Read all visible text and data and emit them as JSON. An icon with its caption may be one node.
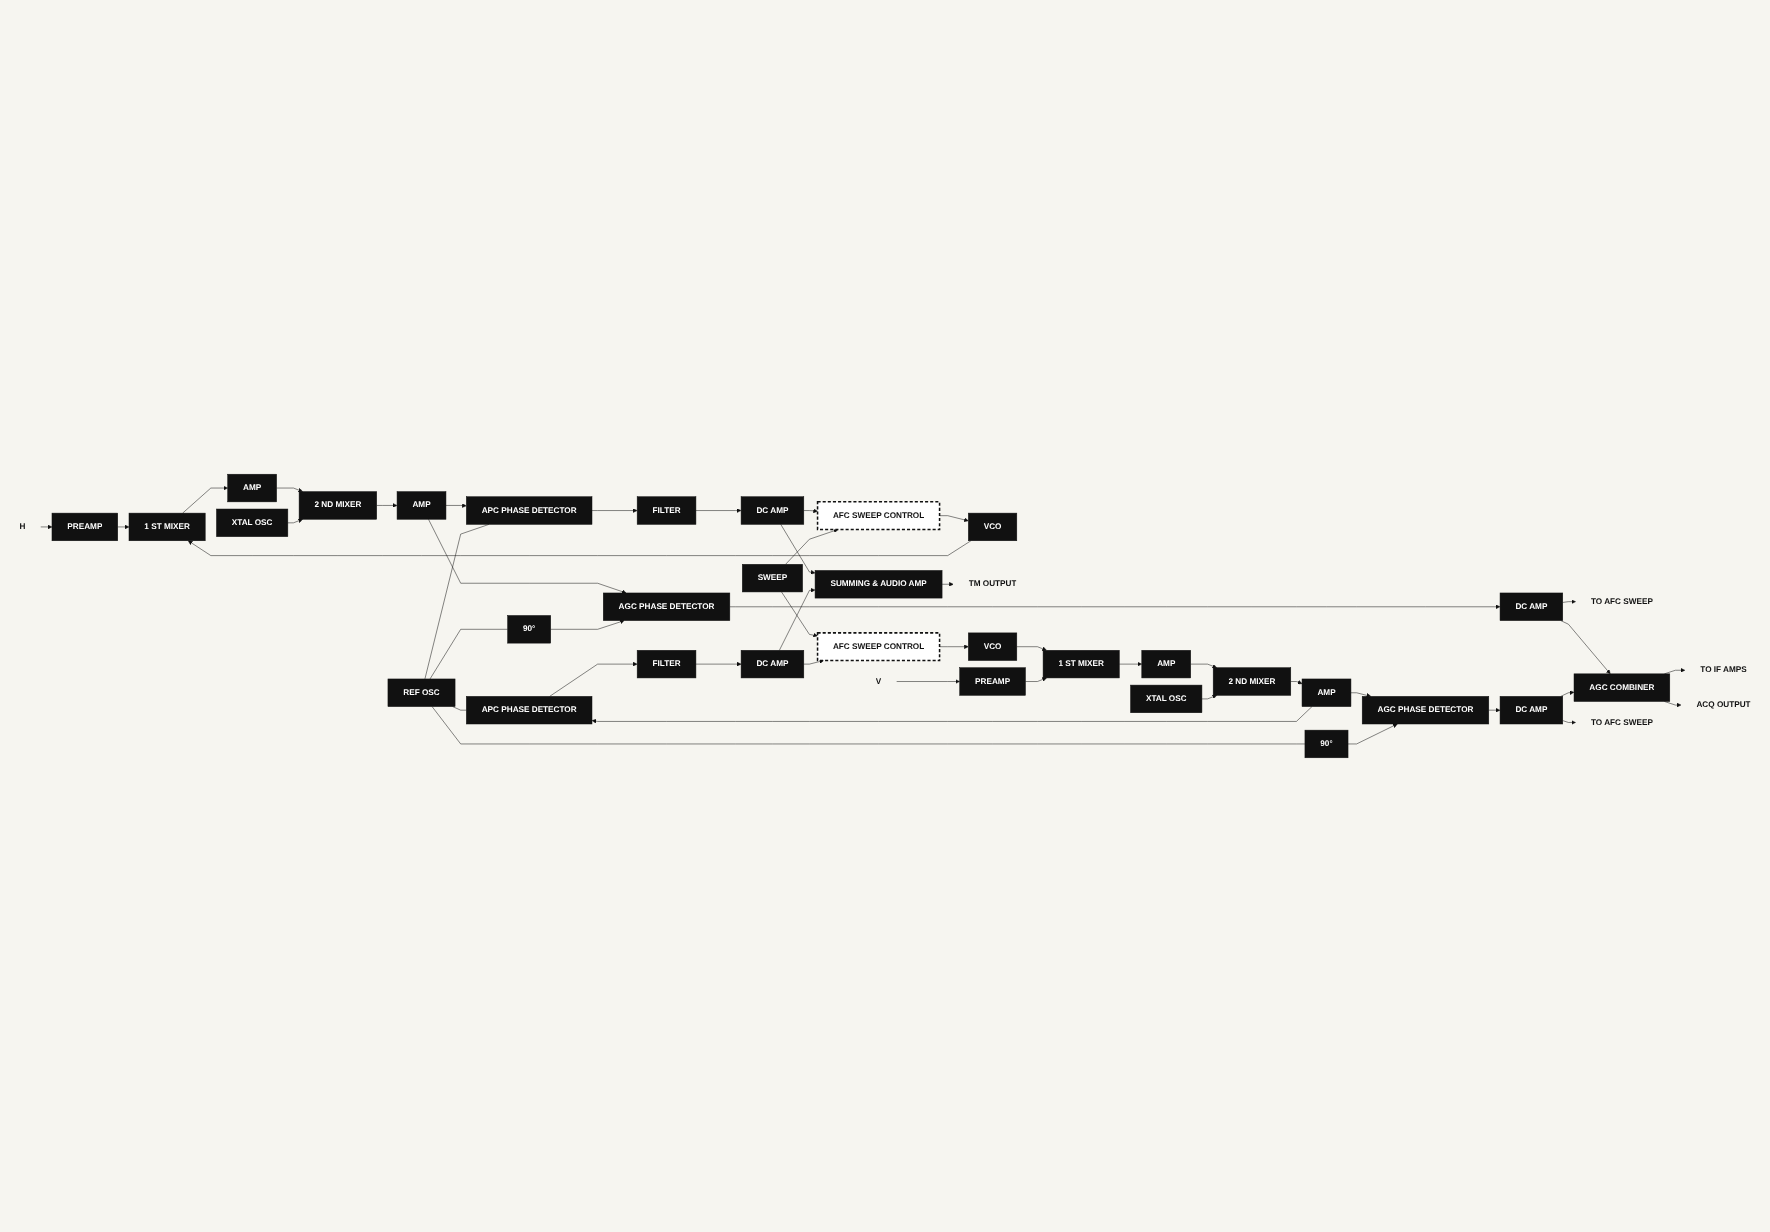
{
  "diagram": {
    "nodes": [
      {
        "text": [
          "H"
        ]
      },
      {
        "text": [
          "XTAL OSC"
        ]
      },
      {
        "text": [
          "AMP"
        ]
      },
      {
        "text": [
          "AGC PHASE DETECTOR"
        ]
      },
      {
        "text": [
          "DC AMP"
        ]
      },
      {
        "text": [
          "PREAMP"
        ]
      },
      {
        "text": [
          "1 ST MIXER"
        ]
      },
      {
        "text": [
          "AMP"
        ]
      },
      {
        "text": [
          "2 ND MIXER"
        ]
      },
      {
        "text": [
          "TO AFC SWEEP"
        ]
      },
      {
        "text": [
          "VCO"
        ]
      },
      {
        "text": [
          "SUMMING & AUDIO AMP"
        ]
      },
      {
        "text": [
          "TM OUTPUT"
        ]
      },
      {
        "text": [
          "APC PHASE DETECTOR"
        ]
      },
      {
        "text": [
          "90°"
        ]
      },
      {
        "text": [
          "AFC SWEEP CONTROL"
        ]
      },
      {
        "text": [
          "DC AMP"
        ]
      },
      {
        "text": [
          "FILTER"
        ]
      },
      {
        "text": [
          "REF OSC"
        ]
      },
      {
        "text": [
          "AGC COMBINER"
        ]
      },
      {
        "text": [
          "SWEEP"
        ]
      },
      {
        "text": [
          "TO IF AMPS"
        ]
      },
      {
        "text": [
          "ACQ OUTPUT"
        ]
      },
      {
        "text": [
          "AFC SWEEP CONTROL"
        ]
      },
      {
        "text": [
          "DC AMP"
        ]
      },
      {
        "text": [
          "FILTER"
        ]
      },
      {
        "text": [
          "APC PHASE DETECTOR"
        ]
      },
      {
        "text": [
          "VCO"
        ]
      },
      {
        "text": [
          "90°"
        ]
      },
      {
        "text": [
          "TO AFC SWEEP"
        ]
      },
      {
        "text": [
          "PREAMP"
        ]
      },
      {
        "text": [
          "1 ST MIXER"
        ]
      },
      {
        "text": [
          "AMP"
        ]
      },
      {
        "text": [
          "2 ND MIXER"
        ]
      },
      {
        "text": [
          "V"
        ]
      },
      {
        "text": [
          "AMP"
        ]
      },
      {
        "text": [
          "AGC PHASE DETECTOR"
        ]
      },
      {
        "text": [
          "DC AMP"
        ]
      },
      {
        "text": [
          "XTAL OSC"
        ]
      }
    ],
    "edges": [
      {
        "from": 0,
        "to": 5,
        "arrow": "to"
      },
      {
        "from": 5,
        "to": 6,
        "arrow": "to"
      },
      {
        "from": 6,
        "to": 7,
        "arrow": "to"
      },
      {
        "from": 7,
        "to": 8,
        "arrow": "to"
      },
      {
        "from": 1,
        "to": 8,
        "arrow": "to"
      },
      {
        "from": 8,
        "to": 2,
        "arrow": "to"
      },
      {
        "from": 2,
        "to": 3,
        "arrow": "to"
      },
      {
        "from": 2,
        "to": 13,
        "arrow": "to"
      },
      {
        "from": 3,
        "to": 4,
        "arrow": "to"
      },
      {
        "from": 14,
        "to": 3,
        "arrow": "to"
      },
      {
        "from": 4,
        "to": 9,
        "arrow": "to"
      },
      {
        "from": 4,
        "to": 19,
        "arrow": "to"
      },
      {
        "from": 18,
        "to": 14,
        "arrow": "none"
      },
      {
        "from": 18,
        "to": 13,
        "arrow": "none"
      },
      {
        "from": 13,
        "to": 17,
        "arrow": "to"
      },
      {
        "from": 17,
        "to": 16,
        "arrow": "to"
      },
      {
        "from": 16,
        "to": 11,
        "arrow": "to"
      },
      {
        "from": 16,
        "to": 15,
        "arrow": "to"
      },
      {
        "from": 11,
        "to": 12,
        "arrow": "to"
      },
      {
        "from": 15,
        "to": 10,
        "arrow": "to"
      },
      {
        "from": 10,
        "to": 6,
        "arrow": "to"
      },
      {
        "from": 20,
        "to": 15,
        "arrow": "to"
      },
      {
        "from": 20,
        "to": 23,
        "arrow": "to"
      },
      {
        "from": 19,
        "to": 21,
        "arrow": "to"
      },
      {
        "from": 19,
        "to": 22,
        "arrow": "to"
      },
      {
        "from": 23,
        "to": 27,
        "arrow": "to"
      },
      {
        "from": 27,
        "to": 31,
        "arrow": "to"
      },
      {
        "from": 34,
        "to": 30,
        "arrow": "to"
      },
      {
        "from": 30,
        "to": 31,
        "arrow": "to"
      },
      {
        "from": 31,
        "to": 32,
        "arrow": "to"
      },
      {
        "from": 32,
        "to": 33,
        "arrow": "to"
      },
      {
        "from": 38,
        "to": 33,
        "arrow": "to"
      },
      {
        "from": 33,
        "to": 35,
        "arrow": "to"
      },
      {
        "from": 35,
        "to": 36,
        "arrow": "to"
      },
      {
        "from": 35,
        "to": 26,
        "arrow": "to"
      },
      {
        "from": 26,
        "to": 25,
        "arrow": "to"
      },
      {
        "from": 25,
        "to": 24,
        "arrow": "to"
      },
      {
        "from": 24,
        "to": 23,
        "arrow": "to"
      },
      {
        "from": 24,
        "to": 11,
        "arrow": "to"
      },
      {
        "from": 18,
        "to": 26,
        "arrow": "none"
      },
      {
        "from": 18,
        "to": 28,
        "arrow": "none"
      },
      {
        "from": 28,
        "to": 36,
        "arrow": "to"
      },
      {
        "from": 36,
        "to": 37,
        "arrow": "to"
      },
      {
        "from": 37,
        "to": 29,
        "arrow": "to"
      },
      {
        "from": 37,
        "to": 19,
        "arrow": "to"
      }
    ]
  }
}
